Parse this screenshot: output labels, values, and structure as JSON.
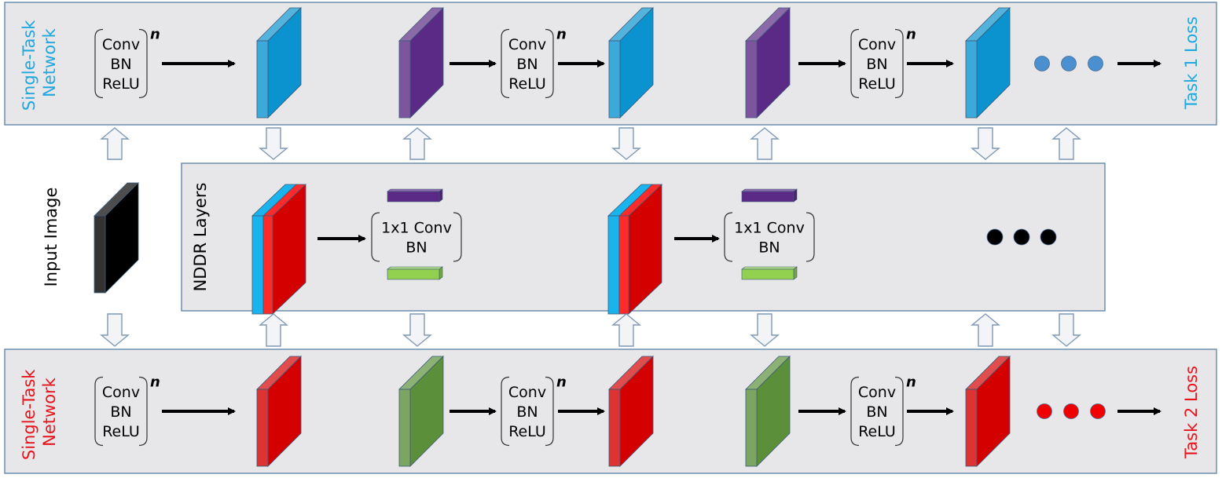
{
  "diagram": {
    "top_network": {
      "name_line1": "Single-Task",
      "name_line2": "Network",
      "loss": "Task 1 Loss",
      "color": "#1fa8e0"
    },
    "bottom_network": {
      "name_line1": "Single-Task",
      "name_line2": "Network",
      "loss": "Task 2 Loss",
      "color": "#e8141c"
    },
    "input_label": "Input Image",
    "nddr_label": "NDDR Layers",
    "block": {
      "line1": "Conv",
      "line2": "BN",
      "line3": "ReLU",
      "superscript": "n"
    },
    "nddr_block": {
      "line1": "1x1 Conv",
      "line2": "BN"
    },
    "colors": {
      "panel_fill": "#e7e6e8",
      "panel_stroke": "#6f8fb0",
      "task1_feature": "#0a93cf",
      "task1_feature_light": "#19b4ee",
      "task2_feature": "#d40000",
      "task2_feature_light": "#ff2a2a",
      "purple_feature": "#5b2a86",
      "green_feature": "#5b8f3a",
      "input_feature": "#000000"
    }
  }
}
